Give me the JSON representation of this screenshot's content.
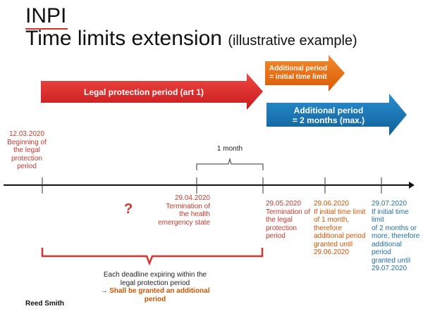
{
  "slide": {
    "title_line1": "INPI",
    "title_line2": "Time limits extension",
    "title_sub": "(illustrative example)"
  },
  "arrows": {
    "legal": "Legal protection period (art 1)",
    "additional_short_line1": "Additional period",
    "additional_short_line2": "= initial time limit",
    "additional_long_line1": "Additional period",
    "additional_long_line2": "= 2 months (max.)"
  },
  "bracket_top": {
    "label": "1 month"
  },
  "events": {
    "start": {
      "date": "12.03.2020",
      "line1": "Beginning of",
      "line2": "the legal",
      "line3": "protection",
      "line4": "period"
    },
    "health": {
      "date": "29.04.2020",
      "line1": "Termination of",
      "line2": "the health",
      "line3": "emergency state"
    },
    "end_legal": {
      "date": "29.05.2020",
      "line1": "Termination of",
      "line2": "the legal",
      "line3": "protection",
      "line4": "period"
    },
    "one_month": {
      "date": "29.06.2020",
      "line1": "If initial time limit",
      "line2": "of 1 month,",
      "line3": "therefore",
      "line4": "additional period",
      "line5": "granted until",
      "line6": "29.06.2020"
    },
    "two_months": {
      "date": "29.07.2020",
      "line1": "If initial time limit",
      "line2": "of 2 months or",
      "line3": "more, therefore",
      "line4": "additional period",
      "line5": "granted until",
      "line6": "29.07.2020"
    }
  },
  "question_mark": "?",
  "bottom_note": {
    "line1": "Each deadline expiring within  the",
    "line2": "legal protection period",
    "arrow_glyph": "→",
    "line3": "Shall be granted an additional",
    "line4": "period"
  },
  "footer": {
    "brand": "Reed Smith"
  },
  "colors": {
    "legal_arrow": "#e0282a",
    "short_arrow": "#e8690e",
    "long_arrow": "#1675b5",
    "date_red": "#c8372d",
    "date_orange": "#d35400",
    "date_blue": "#1f6fa6"
  }
}
